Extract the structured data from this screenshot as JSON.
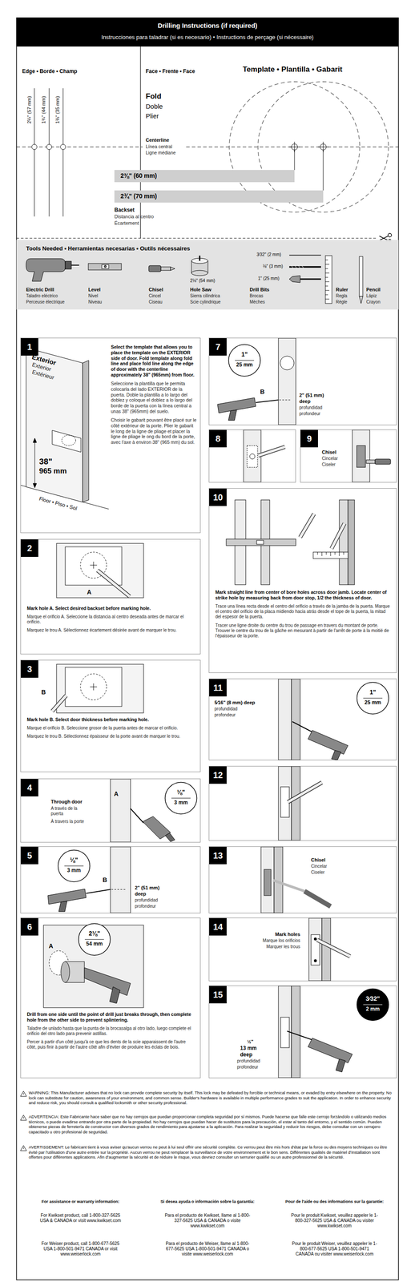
{
  "diagram": {
    "title": "Drilling Instructions (if required)",
    "nodes": [
      {
        "text": [
          "Edge • Borde • Champ",
          "Face • Frente • Face",
          "Template • Plantilla • Gabarit"
        ]
      },
      {
        "text": [
          "2⅜\" (60 mm)"
        ],
        "in": 0
      },
      {
        "text": [
          "2¾\" (70 mm)"
        ],
        "in": 0
      },
      {
        "text": [
          "Tools Needed • Herramientas necesarias • Outils nécessaires"
        ]
      },
      {
        "text": [
          "1",
          "Select the template that allows you to place the template on the EXTERIOR side of door. Fold template along fold line and place fold line along the edge of door with the centerline approximately 38\" (965mm) from floor.",
          "Seleccione la plantilla que le permita colocarla del lado EXTERIOR de la puerta. Doble la plantilla a lo largo del doblez y coloque el doblez a lo largo del borde de la puerta con la línea central a unas 38\" (965mm) del suelo.",
          "Choisir le gabarit pouvant être placé sur le côté extérieur de la porte. Plier le gabarit le long de la ligne de pliage et placer la ligne de pliage le ong du bord de la porte, avec l'axe à environ 38\" (965 mm) du sol."
        ]
      },
      {
        "text": [
          "2",
          "Mark hole A. Select desired backset before marking hole.",
          "Marque el orificio A. Seleccione la distancia al centro deseada antes de marcar el orificio.",
          "Marquez le trou A. Sélectionnez écartement désirée avant de marquer le trou."
        ]
      },
      {
        "text": [
          "3",
          "Mark hole B. Select door thickness before marking hole.",
          "Marque el orificio B. Seleccione grosor de la puerta antes de marcar el orificio.",
          "Marquez le trou B. Sélectionnez épaisseur de la porte avant de marquer le trou."
        ]
      },
      {
        "text": [
          "4"
        ]
      },
      {
        "text": [
          "⅛\"",
          "3 mm"
        ],
        "in": 7
      },
      {
        "text": [
          "5"
        ]
      },
      {
        "text": [
          "⅛\"",
          "3 mm"
        ],
        "in": 9
      },
      {
        "text": [
          "6",
          "Drill from one side until the point of drill just breaks through, then complete hole from the other side to prevent splintering.",
          "Taladre de unlado hasta que la punta de la brocasalga al otro lado, luego complete el orificio del otro lado para prevenir astillas.",
          "Percer à partir d'un côté jusqu'à ce que les dents de la scie apparaissent de l'autre côté, puis finir à partir de l'autre côté afin d'éviter de produire les éclats de bois."
        ]
      },
      {
        "text": [
          "2⅛\"",
          "54 mm"
        ],
        "in": 11
      },
      {
        "text": [
          "7"
        ]
      },
      {
        "text": [
          "1\"",
          "25 mm"
        ],
        "in": 13
      },
      {
        "text": [
          "8"
        ]
      },
      {
        "text": [
          "9"
        ]
      },
      {
        "text": [
          "10",
          "Mark straight line from center of bore holes across door jamb. Locate center of strike hole by measuring back from door stop, 1/2 the thickness of door.",
          "Trace una línea recta desde el centro del orificio a través de la jamba de la puerta. Marque el centro del orificio de la placa midiendo hacia atrás desde el tope de la puerta, la mitad del espesor de la puerta.",
          "Tracer une ligne droite du centre du trou de passage en travers du montant de porte. Trouver le centre du trou de la gâche en mesurant à partir de l'arrêt de porte à la moitié de l'épaisseur de la porte."
        ]
      },
      {
        "text": [
          "11"
        ]
      },
      {
        "text": [
          "1\"",
          "25 mm"
        ],
        "in": 18
      },
      {
        "text": [
          "12"
        ]
      },
      {
        "text": [
          "13"
        ]
      },
      {
        "text": [
          "14"
        ]
      },
      {
        "text": [
          "15"
        ]
      },
      {
        "text": [
          "3⁄32\"",
          "2 mm"
        ],
        "in": 23
      }
    ],
    "labels": [
      "Instrucciones para taladrar (si es necesario) • Instructions de perçage (si nécessaire)",
      "2¼\" (57 mm)",
      "1¾\" (44 mm)",
      "1⅜\" (35 mm)",
      "Fold",
      "Doble",
      "Plier",
      "Centerline",
      "Línea central",
      "Ligne médiane",
      "Backset",
      "Distancia al centro",
      "Écartement",
      "Electric Drill",
      "Taladro eléctrico",
      "Perceuse électrique",
      "Level",
      "Nivel",
      "Niveau",
      "Chisel",
      "Cincel",
      "Ciseau",
      "2⅛\" (54 mm)",
      "Hole Saw",
      "Sierra cilíndrica",
      "Scie cylindrique",
      "3⁄32\" (2 mm)",
      "⅛\" (3 mm)",
      "1\" (25 mm)",
      "Drill Bits",
      "Brocas",
      "Mèches",
      "Ruler",
      "Regla",
      "Règle",
      "Pencil",
      "Lápiz",
      "Crayon",
      "Exterior",
      "Exterior",
      "Extérieur",
      "38\"",
      "965 mm",
      "Floor • Piso • Sol",
      "A",
      "B",
      "A",
      "Through door",
      "A través de la puerta",
      "À travers la porte",
      "B",
      "2\" (51 mm)",
      "deep",
      "profundidad",
      "profondeur",
      "A",
      "B",
      "2\" (51 mm)",
      "deep",
      "profundidad",
      "profondeur",
      "Chisel",
      "Cincelar",
      "Ciseler",
      "5⁄16\" (8 mm) deep",
      "profundidad",
      "profondeur",
      "Chisel",
      "Cincelar",
      "Ciseler",
      "Mark holes",
      "Marque los orificios",
      "Marquer les trous",
      "½\"",
      "13 mm",
      "deep",
      "profundidad",
      "profondeur",
      "WARNING: This Manufacturer advises that no lock can provide complete security by itself. This lock may be defeated by forcible or technical means, or evaded by entry elsewhere on the property. No lock can substitute for caution, awareness of your environment, and common sense. Builder's hardware is available in multiple performance grades to suit the application. In order to enhance security and reduce risk, you should consult a qualified locksmith or other security professional.",
      "ADVERTENCIA: Este Fabricante hace saber que no hay cerrojos que puedan proporcionar completa seguridad por sí mismos. Puede hacerse que falle este cerrojo forzándolo o utilizando medios técnicos, o puede evadirse entrando por otra parte de la propiedad. No hay cerrojos que puedan hacer de sustitutos para la precaución, el estar al tanto del entorno, y el sentido común. Pueden obtenerse piezas de ferretería de constructor con diversos grados de rendimiento para ajustarse a la aplicación. Para realizar la seguridad y reducir los riesgos, debe consultar con un cerrajero capacitado u otro profesional de seguridad.",
      "AVERTISSEMENT: Le fabricant tient à vous aviser qu'aucun verrou ne peut à lui seul offrir une sécurité complète. Ce verrou peut être mis hors d'état par la force ou des moyens techniques ou être évité par l'utilisation d'une autre entrée sur la propriété. Aucun verrou ne peut remplacer la surveillance de votre environnement et le bon sens. Différentes qualités de matériel d'installation sont offertes pour différentes applications. Afin d'augmenter la sécurité et de réduire le risque, vous devriez consulter un serrurier qualifié ou un autre professionnel de la sécurité.",
      "For assistance or warranty information:",
      "Si desea ayuda o información sobre la garantía:",
      "Pour de l'aide ou des informations sur la garantie:",
      "For Kwikset product, call 1-800-327-5625 USA & CANADA or visit www.kwikset.com",
      "Para el producto de Kwikset, llame al 1-800-327-5625 USA & CANADA o visite www.kwikset.com",
      "Pour le produit Kwikset, veuillez appeler le 1-800-327-5625 USA & CANADA ou visiter www.kwikset.com",
      "For Weiser product, call 1-800-677-5625 USA 1-800-501-9471 CANADA or visit www.weiserlock.com",
      "Para el producto de Weiser, llame al 1-800-677-5625 USA 1-800-501-9471 CANADA o visite www.weiserlock.com",
      "Pour le produit Weiser, veuillez appeler le 1-800-677-5625 USA 1-800-501-9471 CANADA ou visiter www.weiserlock.com"
    ]
  }
}
